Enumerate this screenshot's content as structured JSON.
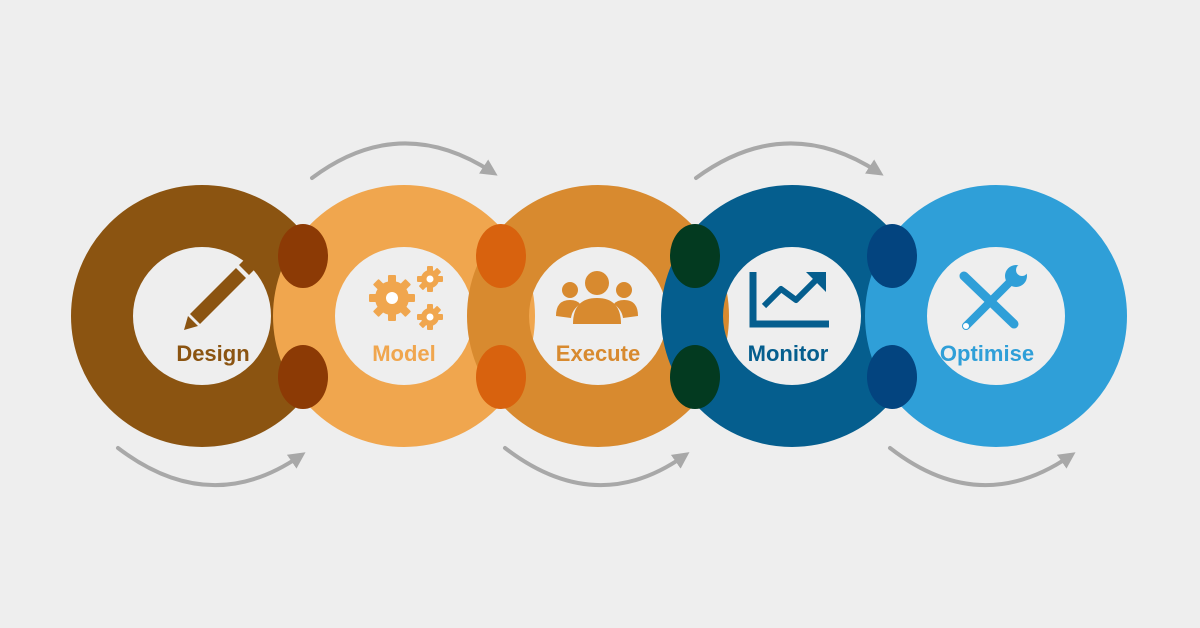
{
  "background": "#eeeeee",
  "arrow_color": "#a8a8a8",
  "steps": [
    {
      "label": "Design",
      "icon": "pencil-icon",
      "ring_color": "#8b5411",
      "text_color": "#8b5411"
    },
    {
      "label": "Model",
      "icon": "gears-icon",
      "ring_color": "#f0a64e",
      "text_color": "#f0a64e"
    },
    {
      "label": "Execute",
      "icon": "team-icon",
      "ring_color": "#d88a2f",
      "text_color": "#d88a2f"
    },
    {
      "label": "Monitor",
      "icon": "growth-chart-icon",
      "ring_color": "#055e8e",
      "text_color": "#055e8e"
    },
    {
      "label": "Optimise",
      "icon": "tools-icon",
      "ring_color": "#2f9fd8",
      "text_color": "#2f9fd8"
    }
  ],
  "overlap_colors": [
    "#8c3a05",
    "#d8620e",
    "#033a20",
    "#03447f"
  ]
}
